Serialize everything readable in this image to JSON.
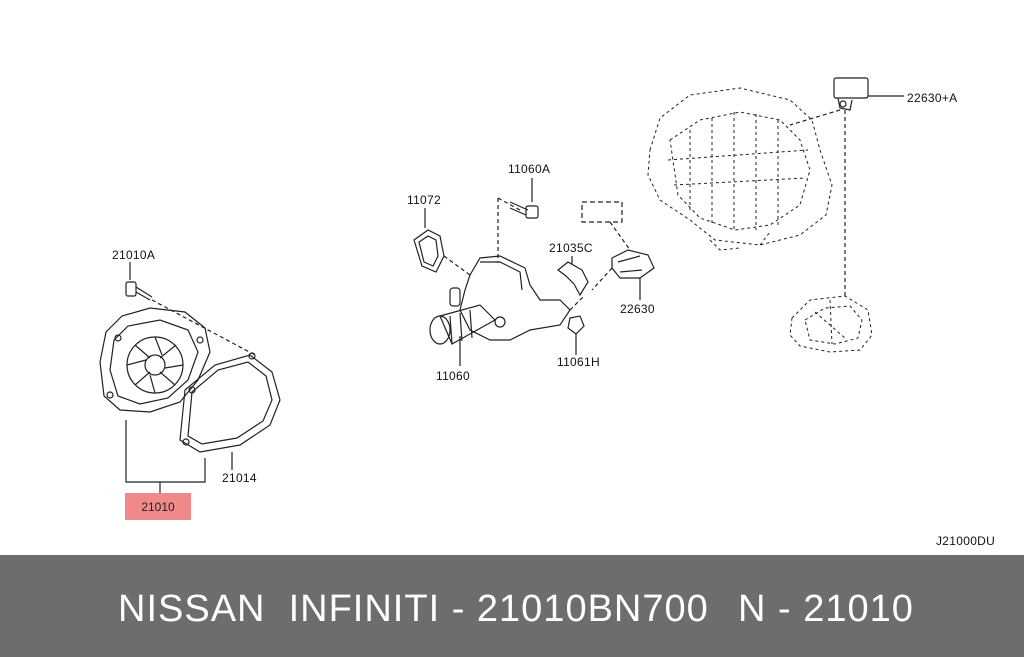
{
  "labels": {
    "p21010A": "21010A",
    "p21014": "21014",
    "p21010": "21010",
    "p11072": "11072",
    "p11060A": "11060A",
    "p21035C": "21035C",
    "p22630": "22630",
    "p11060": "11060",
    "p11061H": "11061H",
    "p22630A": "22630+A",
    "code": "J21000DU"
  },
  "highlight": {
    "color": "#f08a8a"
  },
  "footer": {
    "left": "NISSAN  INFINITI - 21010BN700",
    "right": "N - 21010",
    "bg": "#6d6d6d"
  }
}
